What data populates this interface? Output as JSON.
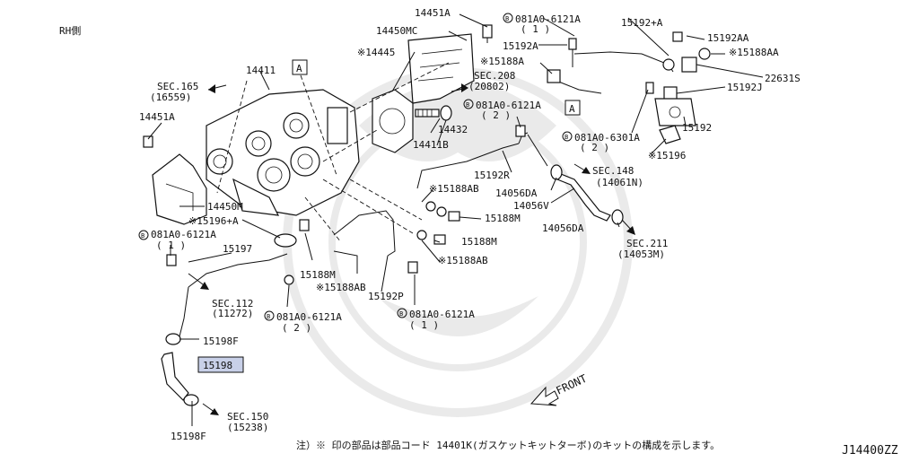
{
  "header": {
    "side_label": "RH側"
  },
  "diagram_code": "J14400ZZ",
  "front_label": "FRONT",
  "footnote": "注）※ 印の部品は部品コード 14401K(ガスケットキットターボ)のキットの構成を示します。",
  "ref_box": "A",
  "labels": {
    "p14451A_top": "14451A",
    "p14450MC": "14450MC",
    "p14445": "※14445",
    "p14411": "14411",
    "sec165": "SEC.165",
    "sec165_sub": "(16559)",
    "p14451A_left": "14451A",
    "p14450M": "14450M",
    "p15196A": "※15196+A",
    "b081_left": "081A0-6121A",
    "b081_left_q": "( 1 )",
    "p15197": "15197",
    "sec112": "SEC.112",
    "sec112_sub": "(11272)",
    "p15198F_top": "15198F",
    "p15198": "15198",
    "p15198F_bottom": "15198F",
    "sec150": "SEC.150",
    "sec150_sub": "(15238)",
    "p15188M_a": "15188M",
    "p15188AB_a": "※15188AB",
    "b081_mid": "081A0-6121A",
    "b081_mid_q": "( 2 )",
    "p15192P": "15192P",
    "b081_mid2": "081A0-6121A",
    "b081_mid2_q": "( 1 )",
    "p15188AB_b": "※15188AB",
    "p15188M_b": "15188M",
    "p15188M_c": "15188M",
    "p15188AB_c": "※15188AB",
    "p14432": "14432",
    "p14411B": "14411B",
    "b081_right": "081A0-6121A",
    "b081_right_q": "( 2 )",
    "sec208": "SEC.208",
    "sec208_sub": "(20802)",
    "b081_topmid": "081A0-6121A",
    "b081_topmid_q": "( 1 )",
    "p15192A": "15192A",
    "p15188A": "※15188A",
    "p15192A_top": "15192+A",
    "p15192AA": "15192AA",
    "p15188AA": "※15188AA",
    "p22631S": "22631S",
    "p15192J": "15192J",
    "p15192": "15192",
    "b081_6301": "081A0-6301A",
    "b081_6301_q": "( 2 )",
    "p15196": "※15196",
    "p15192R": "15192R",
    "p14056DA_a": "14056DA",
    "sec148": "SEC.148",
    "sec148_sub": "(14061N)",
    "p14056V": "14056V",
    "p14056DA_b": "14056DA",
    "sec211": "SEC.211",
    "sec211_sub": "(14053M)"
  }
}
